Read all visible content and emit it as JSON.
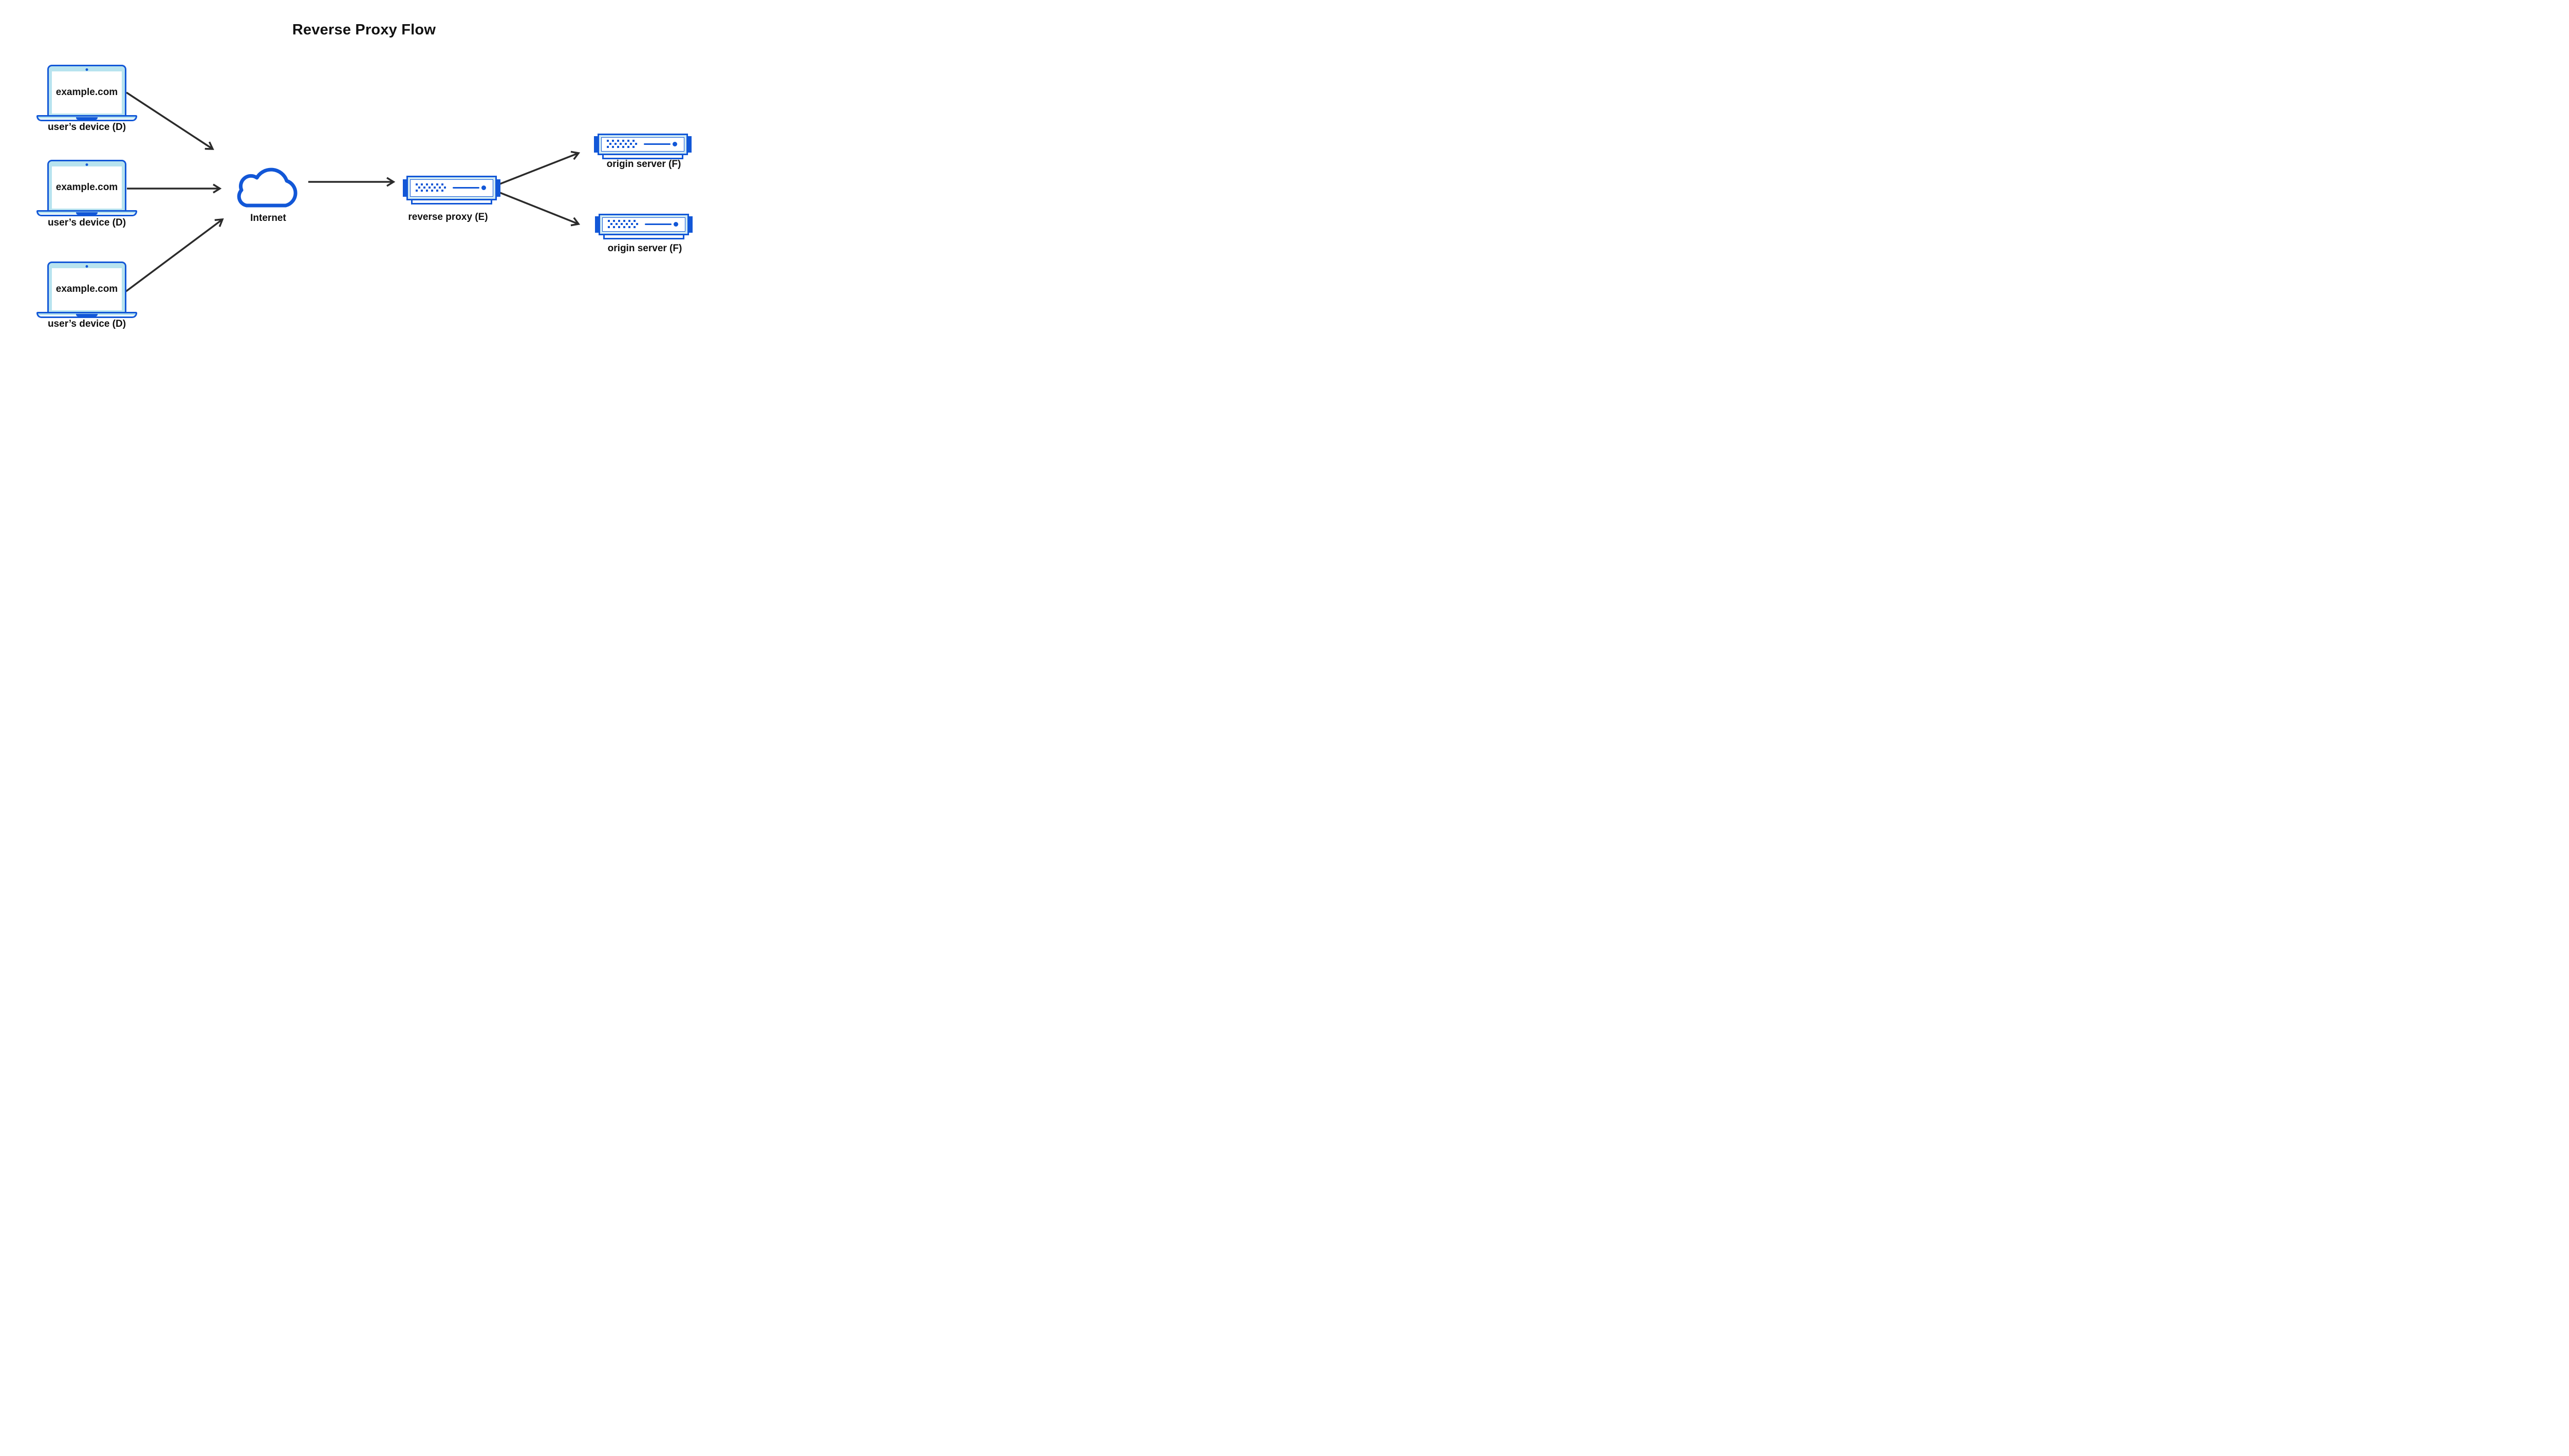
{
  "title": "Reverse Proxy Flow",
  "palette": {
    "brand_blue": "#1257d7",
    "icon_fill_light": "#b7e3ef",
    "server_band_fill": "#cfe9f3",
    "arrow_color": "#2b2b2b",
    "text_color": "#0e0e0e",
    "background": "#ffffff"
  },
  "nodes": {
    "devices": [
      {
        "id": "device-1",
        "screen_text": "example.com",
        "label": "user’s device (D)"
      },
      {
        "id": "device-2",
        "screen_text": "example.com",
        "label": "user’s device (D)"
      },
      {
        "id": "device-3",
        "screen_text": "example.com",
        "label": "user’s device (D)"
      }
    ],
    "internet": {
      "id": "internet",
      "label": "Internet"
    },
    "reverse_proxy": {
      "id": "reverse-proxy",
      "label": "reverse proxy (E)"
    },
    "origins": [
      {
        "id": "origin-1",
        "label": "origin server (F)"
      },
      {
        "id": "origin-2",
        "label": "origin server (F)"
      }
    ]
  },
  "edges": [
    {
      "from": "device-1",
      "to": "internet"
    },
    {
      "from": "device-2",
      "to": "internet"
    },
    {
      "from": "device-3",
      "to": "internet"
    },
    {
      "from": "internet",
      "to": "reverse-proxy"
    },
    {
      "from": "reverse-proxy",
      "to": "origin-1"
    },
    {
      "from": "reverse-proxy",
      "to": "origin-2"
    }
  ]
}
